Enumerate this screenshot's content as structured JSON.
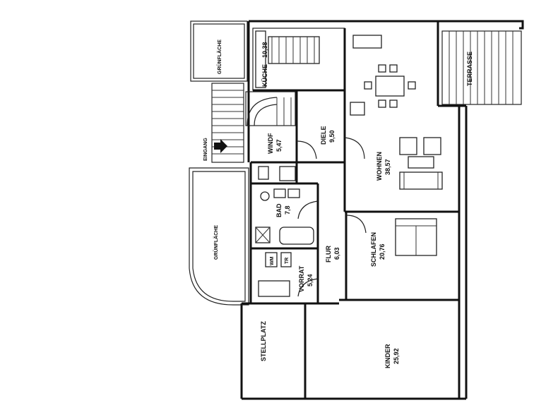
{
  "rooms": {
    "kueche": {
      "name": "KÜCHE",
      "area": "10,38"
    },
    "dining_terrace": {
      "name": "TERRASSE"
    },
    "gruen_top": {
      "name": "GRÜNFLÄCHE"
    },
    "gruen_left": {
      "name": "GRÜNFLÄCHE"
    },
    "eingang": {
      "name": "EINGANG"
    },
    "windf": {
      "name": "WINDF",
      "area": "5,47"
    },
    "diele": {
      "name": "DIELE",
      "area": "9,50"
    },
    "wohnen": {
      "name": "WOHNEN",
      "area": "38,57"
    },
    "bad": {
      "name": "BAD",
      "area": "7,8"
    },
    "flur": {
      "name": "FLUR",
      "area": "6,03"
    },
    "schlafen": {
      "name": "SCHLAFEN",
      "area": "20,76"
    },
    "vorrat": {
      "name": "VORRAT",
      "area": "5,24"
    },
    "stellplatz": {
      "name": "STELLPLATZ"
    },
    "kinder": {
      "name": "KINDER",
      "area": "25,92"
    }
  },
  "appliances": {
    "wm": "WM",
    "tr": "TR"
  }
}
